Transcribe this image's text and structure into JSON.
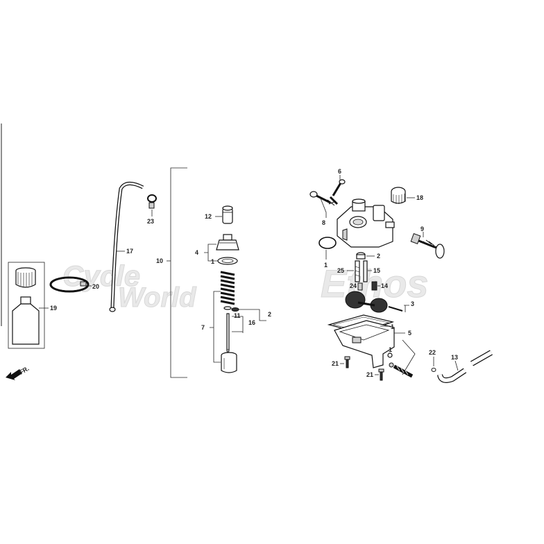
{
  "watermarks": {
    "cycle": "Cycle",
    "world": "World",
    "echos": "Ethos"
  },
  "direction_marker": "FR.",
  "callouts": {
    "c1a": "1",
    "c1b": "1",
    "c1c": "1",
    "c1d": "1",
    "c2a": "2",
    "c2b": "2",
    "c3": "3",
    "c4": "4",
    "c5": "5",
    "c6": "6",
    "c7": "7",
    "c8": "8",
    "c9": "9",
    "c10": "10",
    "c11": "11",
    "c12": "12",
    "c13": "13",
    "c14": "14",
    "c15": "15",
    "c16": "16",
    "c17": "17",
    "c18": "18",
    "c19": "19",
    "c20": "20",
    "c21a": "21",
    "c21b": "21",
    "c22": "22",
    "c23": "23",
    "c24": "24",
    "c25": "25"
  }
}
